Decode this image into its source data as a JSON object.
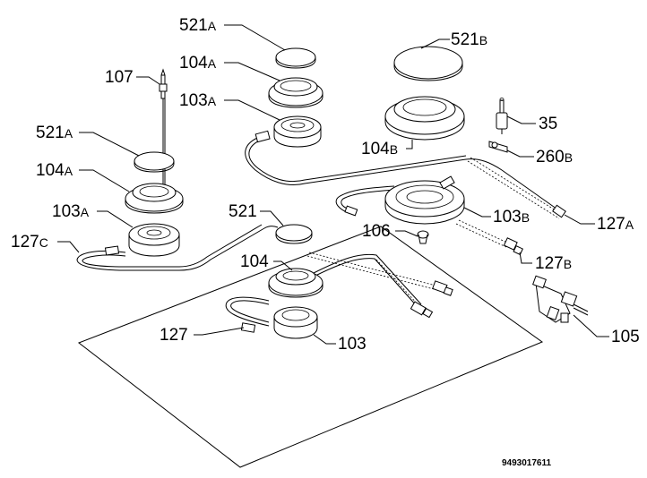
{
  "labels": [
    {
      "key": "l521a_top",
      "num": "521",
      "suf": "A"
    },
    {
      "key": "l104a_top",
      "num": "104",
      "suf": "A"
    },
    {
      "key": "l103a_top",
      "num": "103",
      "suf": "A"
    },
    {
      "key": "l107",
      "num": "107",
      "suf": ""
    },
    {
      "key": "l521a_left",
      "num": "521",
      "suf": "A"
    },
    {
      "key": "l104a_left",
      "num": "104",
      "suf": "A"
    },
    {
      "key": "l103a_left",
      "num": "103",
      "suf": "A"
    },
    {
      "key": "l127c",
      "num": "127",
      "suf": "C"
    },
    {
      "key": "l521b",
      "num": "521",
      "suf": "B"
    },
    {
      "key": "l104b",
      "num": "104",
      "suf": "B"
    },
    {
      "key": "l35",
      "num": "35",
      "suf": ""
    },
    {
      "key": "l260b",
      "num": "260",
      "suf": "B"
    },
    {
      "key": "l103b",
      "num": "103",
      "suf": "B"
    },
    {
      "key": "l127a",
      "num": "127",
      "suf": "A"
    },
    {
      "key": "l106",
      "num": "106",
      "suf": ""
    },
    {
      "key": "l127b",
      "num": "127",
      "suf": "B"
    },
    {
      "key": "l521",
      "num": "521",
      "suf": ""
    },
    {
      "key": "l104",
      "num": "104",
      "suf": ""
    },
    {
      "key": "l127",
      "num": "127",
      "suf": ""
    },
    {
      "key": "l103",
      "num": "103",
      "suf": ""
    },
    {
      "key": "l105",
      "num": "105",
      "suf": ""
    }
  ],
  "drawing_code": "9493017611"
}
